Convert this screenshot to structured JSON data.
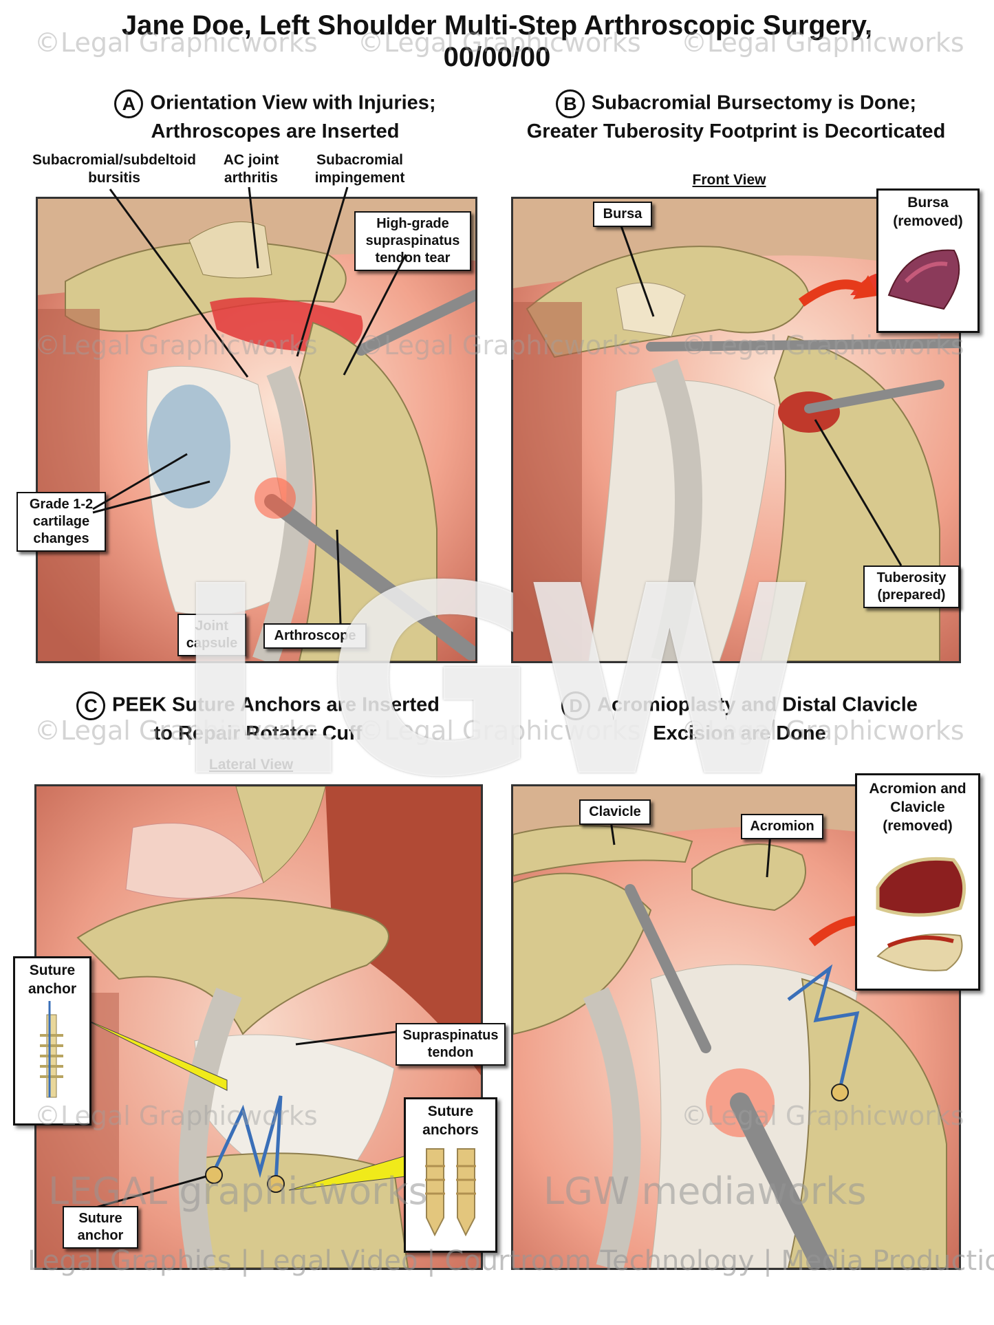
{
  "title": {
    "line1": "Jane Doe, Left Shoulder Multi-Step Arthroscopic Surgery,",
    "line2": "00/00/00"
  },
  "panels": {
    "a": {
      "letter": "A",
      "title1": "Orientation View with Injuries;",
      "title2": "Arthroscopes are Inserted",
      "labels": {
        "bursitis": "Subacromial/subdeltoid bursitis",
        "ac_joint": "AC joint arthritis",
        "impingement": "Subacromial impingement",
        "tendon_tear": "High-grade supraspinatus tendon tear",
        "cartilage": "Grade 1-2 cartilage changes",
        "capsule": "Joint capsule",
        "arthroscope": "Arthroscope"
      }
    },
    "b": {
      "letter": "B",
      "title1": "Subacromial Bursectomy is Done;",
      "title2": "Greater Tuberosity Footprint is Decorticated",
      "view": "Front View",
      "labels": {
        "bursa": "Bursa",
        "bursa_removed": "Bursa (removed)",
        "tuberosity": "Tuberosity (prepared)"
      }
    },
    "c": {
      "letter": "C",
      "title1": "PEEK Suture Anchors are Inserted",
      "title2": "to Repair Rotator Cuff",
      "view": "Lateral View",
      "labels": {
        "suture_anchor_inset": "Suture anchor",
        "supraspinatus": "Supraspinatus tendon",
        "suture_anchors": "Suture anchors",
        "suture_anchor": "Suture anchor"
      }
    },
    "d": {
      "letter": "D",
      "title1": "Acromioplasty and Distal Clavicle",
      "title2": "Excision are Done",
      "labels": {
        "clavicle": "Clavicle",
        "acromion": "Acromion",
        "removed": "Acromion and Clavicle (removed)"
      }
    }
  },
  "watermark": {
    "text": "©Legal Graphicworks",
    "logo": "LGW",
    "brand_left": "LEGAL graphicworks",
    "brand_right": "LGW mediaworks",
    "footer": "Legal Graphics | Legal Video | Courtroom Technology | Media Production"
  },
  "colors": {
    "bone": "#d8c98e",
    "muscle": "#b85a45",
    "inflamed": "#e65a5a",
    "glow": "#f3a08f"
  }
}
